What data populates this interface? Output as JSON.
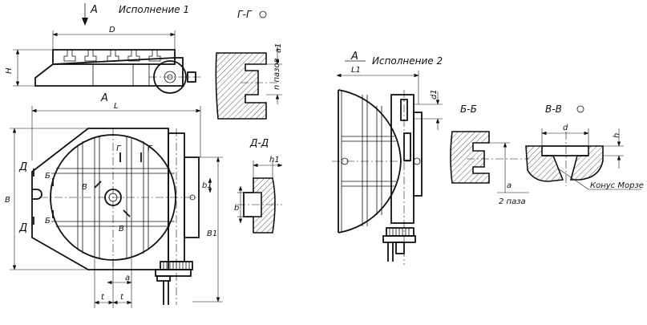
{
  "view1": {
    "title": "Исполнение 1",
    "arrow_a": "А",
    "section_label_a": "А",
    "dim_d": "D",
    "dim_h": "H",
    "dim_l": "L",
    "dim_b": "B",
    "dim_b1": "B1",
    "dim_a": "a",
    "dim_t_left": "t",
    "dim_t_right": "t",
    "mark_d_top": "Д",
    "mark_d_bottom": "Д",
    "mark_b_top": "Б",
    "mark_b_bottom": "Б",
    "mark_v_top": "В",
    "mark_v_bottom": "В",
    "mark_g_left": "Г",
    "mark_g_right": "Г"
  },
  "section_gg": {
    "title": "Г-Г",
    "dim_a1": "a1",
    "dim_n": "n пазов"
  },
  "section_dd": {
    "title": "Д-Д",
    "dim_h1": "h1",
    "dim_b1": "b1",
    "dim_b": "b"
  },
  "view2": {
    "title": "Исполнение 2",
    "arrow_a": "А",
    "dim_l1": "L1",
    "dim_d1": "d1"
  },
  "section_bb": {
    "title": "Б-Б",
    "dim_a": "a",
    "dim_slots": "2 паза"
  },
  "section_vv": {
    "title": "В-В",
    "dim_d": "d",
    "dim_h": "h",
    "note": "Конус Морзе"
  }
}
